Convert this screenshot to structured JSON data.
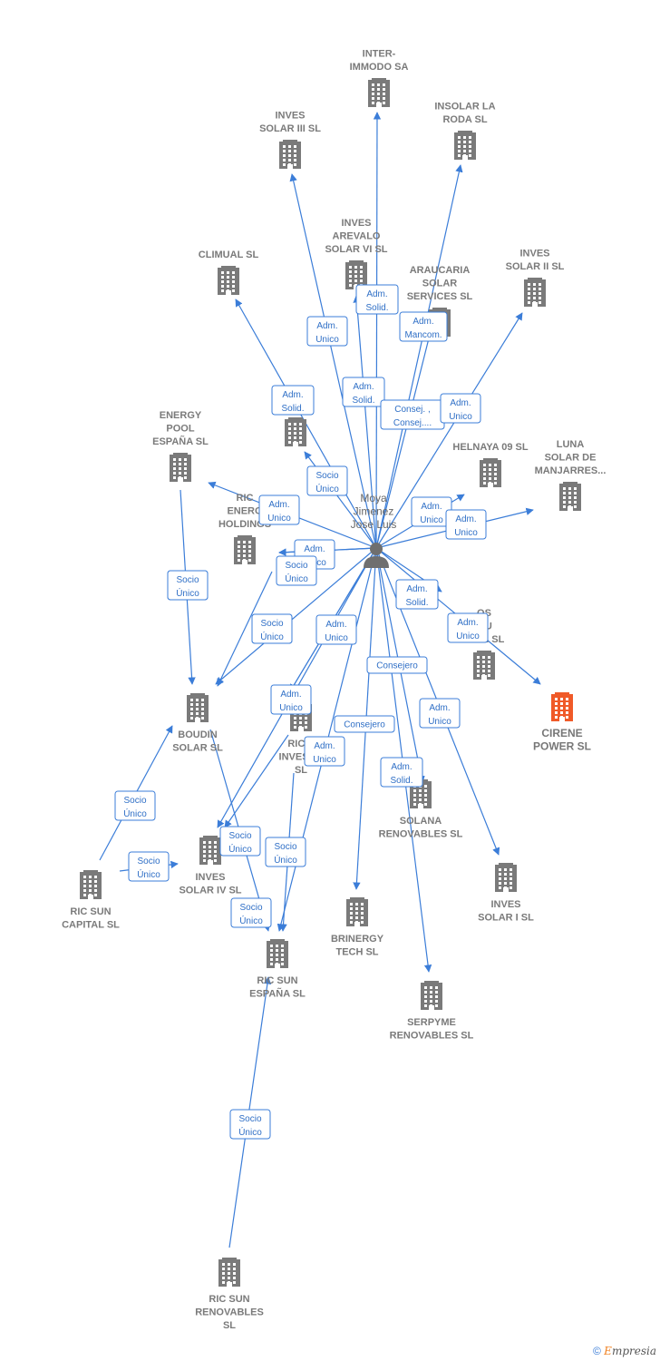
{
  "colors": {
    "edge": "#3b7dd8",
    "company": "#7a7a7a",
    "highlight": "#f05a28",
    "person": "#6f6f6f"
  },
  "person": {
    "id": "p",
    "label": [
      "Moya",
      "Jimenez",
      "Jose Luis"
    ]
  },
  "companies": [
    {
      "id": "intermodo",
      "label": [
        "INTER-",
        "IMMODO SA"
      ]
    },
    {
      "id": "insolar",
      "label": [
        "INSOLAR LA",
        "RODA  SL"
      ]
    },
    {
      "id": "inves3",
      "label": [
        "INVES",
        "SOLAR III SL"
      ]
    },
    {
      "id": "invesarevalo",
      "label": [
        "INVES",
        "AREVALO",
        "SOLAR VI SL"
      ]
    },
    {
      "id": "climual",
      "label": [
        "CLIMUAL SL"
      ]
    },
    {
      "id": "araucaria",
      "label": [
        "ARAUCARIA",
        "SOLAR",
        "SERVICES SL"
      ]
    },
    {
      "id": "inves2",
      "label": [
        "INVES",
        "SOLAR II SL"
      ]
    },
    {
      "id": "soserv",
      "label": [
        "SO",
        "SL"
      ]
    },
    {
      "id": "energypool",
      "label": [
        "ENERGY",
        "POOL",
        "ESPAÑA  SL"
      ]
    },
    {
      "id": "helnaya",
      "label": [
        "HELNAYA 09 SL"
      ]
    },
    {
      "id": "luna",
      "label": [
        "LUNA",
        "SOLAR DE",
        "MANJARRES..."
      ]
    },
    {
      "id": "ricenergy",
      "label": [
        "RIC",
        "ENERG",
        "HOLDINGS"
      ]
    },
    {
      "id": "ilumin",
      "label": [
        "OS",
        "ILU",
        "CION SL"
      ]
    },
    {
      "id": "cirene",
      "label": [
        "CIRENE",
        "POWER  SL"
      ],
      "highlight": true
    },
    {
      "id": "boudin",
      "label": [
        "BOUDIN",
        "SOLAR SL"
      ]
    },
    {
      "id": "ricinvest",
      "label": [
        "RIC S",
        "INVESTM",
        "SL"
      ]
    },
    {
      "id": "solana",
      "label": [
        "SOLANA",
        "RENOVABLES SL"
      ]
    },
    {
      "id": "inves1",
      "label": [
        "INVES",
        "SOLAR I SL"
      ]
    },
    {
      "id": "inves4",
      "label": [
        "INVES",
        "SOLAR IV SL"
      ]
    },
    {
      "id": "riccapital",
      "label": [
        "RIC SUN",
        "CAPITAL  SL"
      ]
    },
    {
      "id": "brinergy",
      "label": [
        "BRINERGY",
        "TECH  SL"
      ]
    },
    {
      "id": "ricespana",
      "label": [
        "RIC SUN",
        "ESPAÑA  SL"
      ]
    },
    {
      "id": "serpyme",
      "label": [
        "SERPYME",
        "RENOVABLES SL"
      ]
    },
    {
      "id": "ricrenov",
      "label": [
        "RIC SUN",
        "RENOVABLES",
        "SL"
      ]
    }
  ],
  "relations": [
    {
      "to": "intermodo",
      "label": [
        "Adm.",
        "Solid."
      ]
    },
    {
      "to": "inves3",
      "label": [
        "Adm.",
        "Unico"
      ]
    },
    {
      "to": "insolar",
      "label": [
        "Adm.",
        "Mancom."
      ]
    },
    {
      "to": "invesarevalo",
      "label": [
        "Adm.",
        "Solid."
      ]
    },
    {
      "to": "climual",
      "label": [
        "Adm.",
        "Solid."
      ]
    },
    {
      "to": "araucaria",
      "label": [
        "Consej. ,",
        "Consej...."
      ]
    },
    {
      "to": "inves2",
      "label": [
        "Adm.",
        "Unico"
      ]
    },
    {
      "to": "soserv",
      "label": [
        "Socio",
        "Único"
      ]
    },
    {
      "to": "energypool",
      "label": [
        "Adm.",
        "Unico"
      ]
    },
    {
      "to": "helnaya",
      "label": [
        "Adm.",
        "Unico"
      ]
    },
    {
      "to": "luna",
      "label": [
        "Adm.",
        "Unico"
      ]
    },
    {
      "to": "ricenergy",
      "label": [
        "Adm.",
        "Unico"
      ]
    },
    {
      "to": "ricenergy",
      "label": [
        "Socio",
        "Único"
      ]
    },
    {
      "to": "ilumin",
      "label": [
        "Adm.",
        "Solid."
      ]
    },
    {
      "to": "cirene",
      "label": [
        "Adm.",
        "Unico"
      ]
    },
    {
      "to": "boudin",
      "label": [
        "Socio",
        "Único"
      ]
    },
    {
      "to": "ricinvest",
      "label": [
        "Adm.",
        "Unico"
      ]
    },
    {
      "to": "ricinvest",
      "label": [
        "Adm.",
        "Unico"
      ]
    },
    {
      "to": "solana",
      "label": [
        "Consejero"
      ]
    },
    {
      "to": "inves1",
      "label": [
        "Adm.",
        "Unico"
      ]
    },
    {
      "to": "inves4",
      "label": [
        "Adm.",
        "Unico"
      ]
    },
    {
      "to": "brinergy",
      "label": [
        "Consejero"
      ]
    },
    {
      "to": "serpyme",
      "label": [
        "Adm.",
        "Solid."
      ]
    },
    {
      "to": "ricespana",
      "label": [
        "Adm.",
        "Unico"
      ]
    }
  ],
  "company_relations": [
    {
      "from": "energypool",
      "to": "boudin",
      "label": [
        "Socio",
        "Único"
      ]
    },
    {
      "from": "riccapital",
      "to": "boudin",
      "label": [
        "Socio",
        "Único"
      ]
    },
    {
      "from": "riccapital",
      "to": "inves4",
      "label": [
        "Socio",
        "Único"
      ]
    },
    {
      "from": "ricinvest",
      "to": "inves4",
      "label": [
        "Socio",
        "Único"
      ]
    },
    {
      "from": "ricinvest",
      "to": "ricespana",
      "label": [
        "Socio",
        "Único"
      ]
    },
    {
      "from": "boudin",
      "to": "ricespana",
      "label": [
        "Socio",
        "Único"
      ]
    },
    {
      "from": "ricrenov",
      "to": "ricespana",
      "label": [
        "Socio",
        "Único"
      ]
    },
    {
      "from": "ricenergy",
      "to": "boudin",
      "label": [
        "Socio",
        "Único"
      ]
    }
  ],
  "footer": {
    "copyright": "©",
    "brand": "Empresia"
  }
}
